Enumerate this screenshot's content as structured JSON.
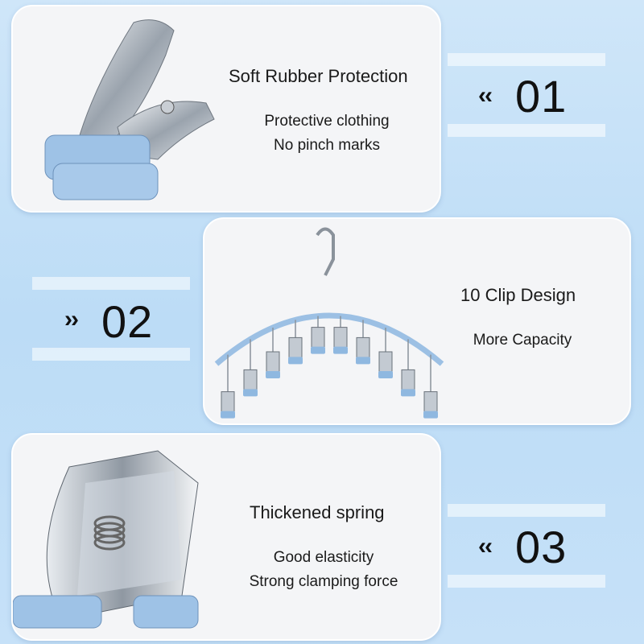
{
  "panels": [
    {
      "title": "Soft Rubber Protection",
      "lines": [
        "Protective clothing",
        "No pinch marks"
      ],
      "number": "01",
      "arrow": "‹‹",
      "image": "metal-clip-with-blue-rubber-tips"
    },
    {
      "title": "10 Clip Design",
      "lines": [
        "More Capacity"
      ],
      "number": "02",
      "arrow": "››",
      "image": "curved-hanger-with-ten-clips"
    },
    {
      "title": "Thickened spring",
      "lines": [
        "Good elasticity",
        "Strong clamping force"
      ],
      "number": "03",
      "arrow": "‹‹",
      "image": "clip-spring-close-up"
    }
  ],
  "colors": {
    "accent_blue": "#8fb8e0",
    "metal": "#b9c2cc",
    "background": "#c4e0f8"
  }
}
